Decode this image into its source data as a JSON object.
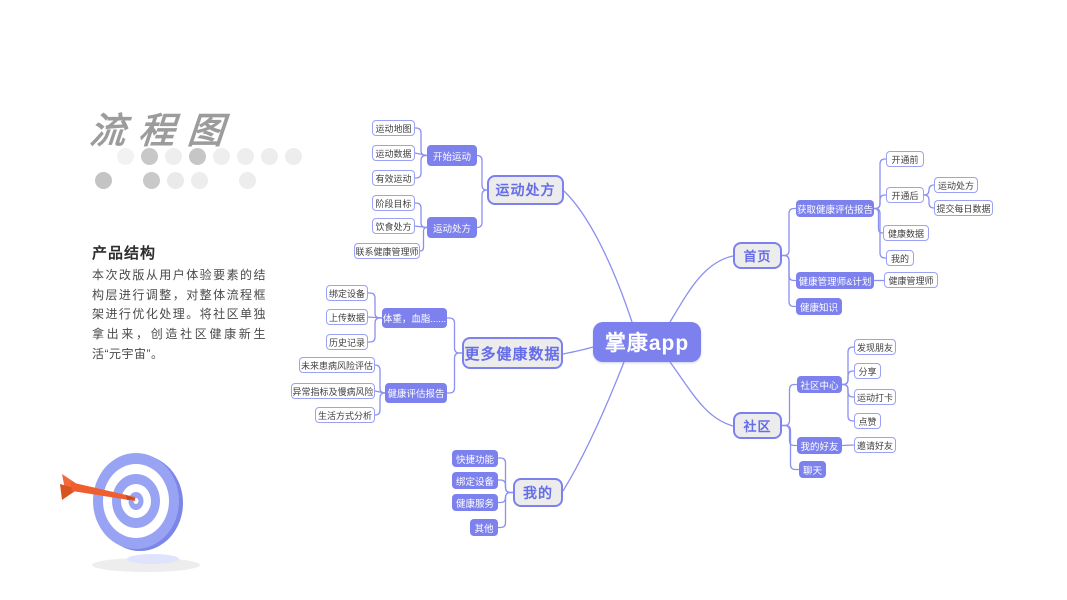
{
  "page": {
    "title": "流程图",
    "section": {
      "heading": "产品结构",
      "body": "本次改版从用户体验要素的结构层进行调整，对整体流程框架进行优化处理。将社区单独拿出来，创造社区健康新生活“元宇宙”。"
    }
  },
  "colors": {
    "accent_purple": "#7c81ee",
    "node_border_light": "#9ba1f3",
    "big_node_bg": "#ececec",
    "big_node_text": "#666de8",
    "connector": "#8b90f1",
    "title_gray": "#9c9c9c",
    "dart_orange": "#ef5f2e",
    "target_blue": "#99a3f4"
  },
  "mindmap": {
    "root": "掌康app",
    "branches": [
      {
        "label": "运动处方",
        "children": [
          {
            "label": "开始运动",
            "children": [
              {
                "label": "运动地图"
              },
              {
                "label": "运动数据"
              },
              {
                "label": "有效运动"
              }
            ]
          },
          {
            "label": "运动处方",
            "children": [
              {
                "label": "阶段目标"
              },
              {
                "label": "饮食处方"
              },
              {
                "label": "联系健康管理师"
              }
            ]
          }
        ]
      },
      {
        "label": "更多健康数据",
        "children": [
          {
            "label": "体重，血脂......",
            "children": [
              {
                "label": "绑定设备"
              },
              {
                "label": "上传数据"
              },
              {
                "label": "历史记录"
              }
            ]
          },
          {
            "label": "健康评估报告",
            "children": [
              {
                "label": "未来患病风险评估"
              },
              {
                "label": "异常指标及慢病风险"
              },
              {
                "label": "生活方式分析"
              }
            ]
          }
        ]
      },
      {
        "label": "我的",
        "children": [
          {
            "label": "快捷功能"
          },
          {
            "label": "绑定设备"
          },
          {
            "label": "健康服务"
          },
          {
            "label": "其他"
          }
        ]
      },
      {
        "label": "首页",
        "children": [
          {
            "label": "获取健康评估报告",
            "children": [
              {
                "label": "开通前"
              },
              {
                "label": "开通后",
                "children": [
                  {
                    "label": "运动处方"
                  },
                  {
                    "label": "提交每日数据"
                  }
                ]
              },
              {
                "label": "健康数据"
              },
              {
                "label": "我的"
              }
            ]
          },
          {
            "label": "健康管理师&计划",
            "children": [
              {
                "label": "健康管理师"
              }
            ]
          },
          {
            "label": "健康知识"
          }
        ]
      },
      {
        "label": "社区",
        "children": [
          {
            "label": "社区中心",
            "children": [
              {
                "label": "发现朋友"
              },
              {
                "label": "分享"
              },
              {
                "label": "运动打卡"
              },
              {
                "label": "点赞"
              }
            ]
          },
          {
            "label": "我的好友",
            "children": [
              {
                "label": "邀请好友"
              }
            ]
          },
          {
            "label": "聊天"
          }
        ]
      }
    ]
  }
}
